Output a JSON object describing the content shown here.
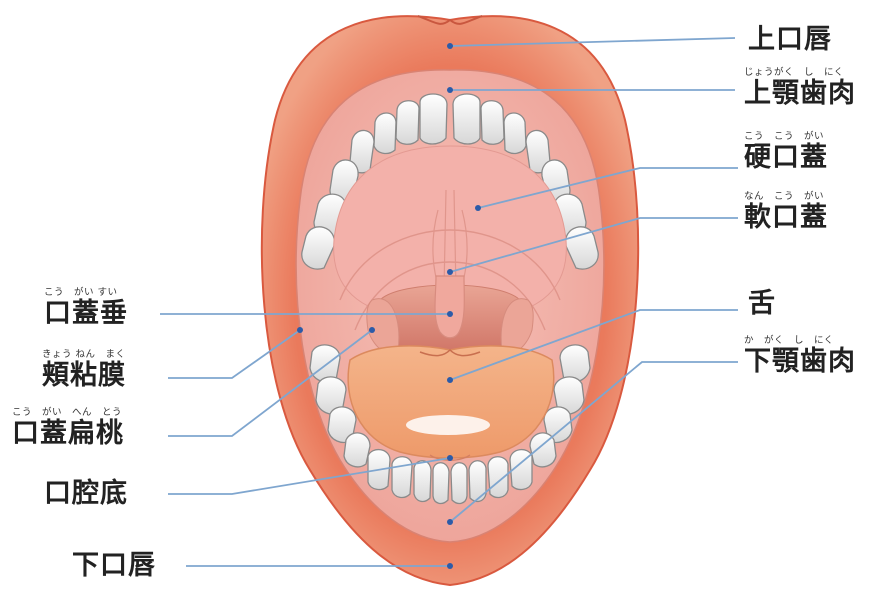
{
  "colors": {
    "lip_outer": "#ec8b6f",
    "lip_deep": "#e2583e",
    "gum": "#f0b3a8",
    "palate": "#f3b1aa",
    "throat": "#d9826f",
    "tongue": "#f2a776",
    "tooth": "#ffffff",
    "tooth_shade": "#d9d9d9",
    "leader_line": "#7fa6cf",
    "dot": "#2c5ba8"
  },
  "labels": {
    "upper_lip": {
      "text": "上口唇",
      "ruby": ""
    },
    "upper_gum": {
      "text": "上顎歯肉",
      "ruby": "じょうがく　し　にく"
    },
    "hard_palate": {
      "text": "硬口蓋",
      "ruby": "こう　こう　がい"
    },
    "soft_palate": {
      "text": "軟口蓋",
      "ruby": "なん　こう　がい"
    },
    "tongue": {
      "text": "舌",
      "ruby": ""
    },
    "lower_gum": {
      "text": "下顎歯肉",
      "ruby": "か　がく　し　にく"
    },
    "uvula": {
      "text": "口蓋垂",
      "ruby": "こう　がい すい"
    },
    "buccal": {
      "text": "頬粘膜",
      "ruby": "きょう ねん　まく"
    },
    "tonsil": {
      "text": "口蓋扁桃",
      "ruby": "こう　がい　へん　とう"
    },
    "mouth_floor": {
      "text": "口腔底",
      "ruby": ""
    },
    "lower_lip": {
      "text": "下口唇",
      "ruby": ""
    }
  }
}
